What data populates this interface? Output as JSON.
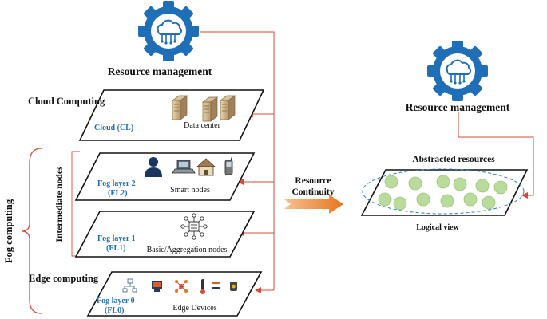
{
  "left": {
    "resource_management_title": "Resource management",
    "cloud_computing_title": "Cloud Computing",
    "cloud_layer_label": "Cloud (CL)",
    "data_center_label": "Data center",
    "fog_computing_label": "Fog computing",
    "intermediate_nodes_label": "Intermediate nodes",
    "fog_layer2_line1": "Fog layer 2",
    "fog_layer2_line2": "(FL2)",
    "smart_nodes_label": "Smart nodes",
    "fog_layer1_line1": "Fog layer 1",
    "fog_layer1_line2": "(FL1)",
    "basic_nodes_label": "Basic/Aggregation nodes",
    "edge_computing_title": "Edge computing",
    "fog_layer0_line1": "Fog layer 0",
    "fog_layer0_line2": "(FL0)",
    "edge_devices_label": "Edge Devices"
  },
  "center": {
    "continuity_line1": "Resource",
    "continuity_line2": "Continuity"
  },
  "right": {
    "resource_management_title": "Resource management",
    "abstracted_resources_label": "Abstracted resources",
    "logical_view_label": "Logical view"
  },
  "colors": {
    "gear_blue": "#1f6fb8",
    "label_blue": "#1f6fb8",
    "connector_red": "#d94a3a",
    "arrow_orange": "#e8761f",
    "resource_green": "#b9dc9c",
    "dashed_ellipse": "#3a86c8"
  },
  "icons": [
    "cloud-gear-icon",
    "server-icon",
    "person-icon",
    "laptop-icon",
    "house-icon",
    "phone-icon",
    "network-hub-icon",
    "edge-device-icon"
  ]
}
